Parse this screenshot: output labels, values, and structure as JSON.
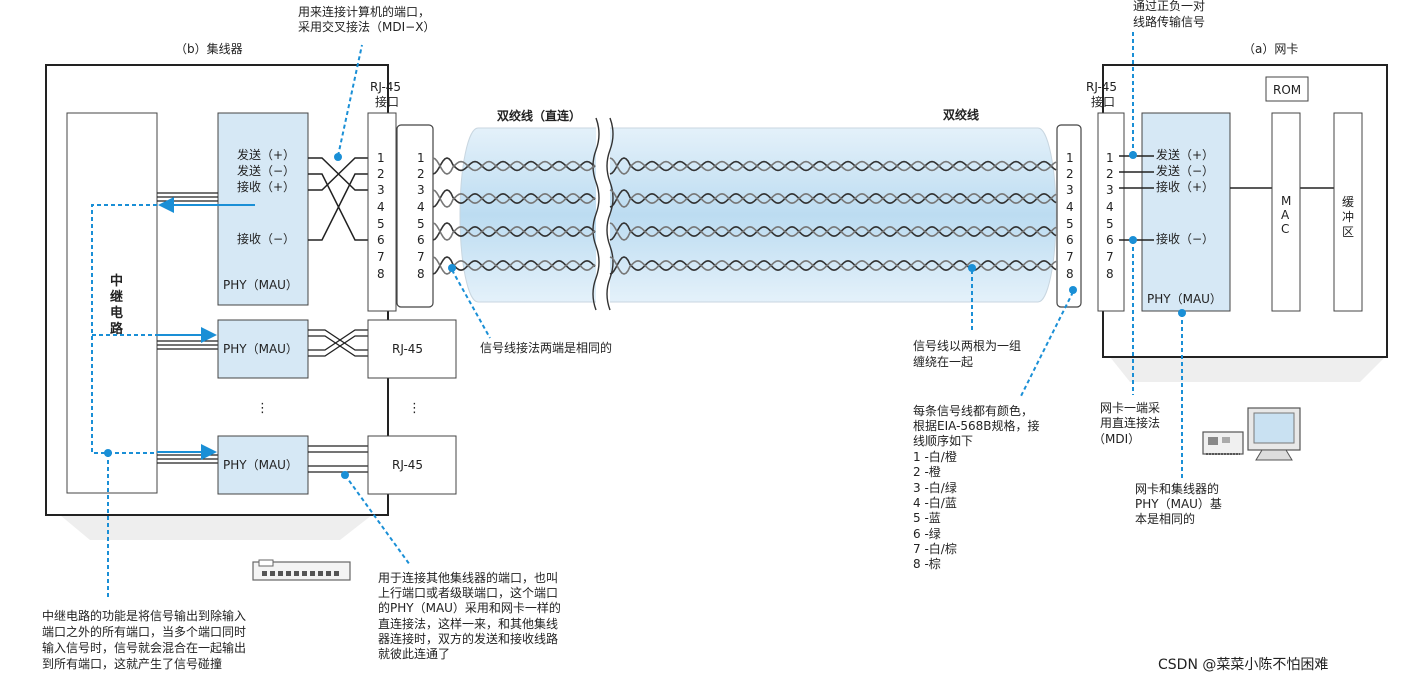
{
  "hub": {
    "title": "（b）集线器",
    "relay_label": [
      "中",
      "继",
      "电",
      "路"
    ],
    "phy_main": "PHY（MAU）",
    "phy_port": "PHY（MAU）",
    "tx_plus": "发送（+）",
    "tx_minus": "发送（−）",
    "rx_plus": "接收（+）",
    "rx_minus": "接收（−）",
    "rj45": [
      "RJ-45",
      "接口"
    ],
    "rj45_port": "RJ-45",
    "pins": [
      "1",
      "2",
      "3",
      "4",
      "5",
      "6",
      "7",
      "8"
    ],
    "dots": "⋮"
  },
  "nic": {
    "title": "（a）网卡",
    "rom": "ROM",
    "mac": [
      "M",
      "A",
      "C"
    ],
    "buffer": [
      "缓",
      "冲",
      "区"
    ],
    "phy": "PHY（MAU）",
    "tx_plus": "发送（+）",
    "tx_minus": "发送（−）",
    "rx_plus": "接收（+）",
    "rx_minus": "接收（−）",
    "rj45": [
      "RJ-45",
      "接口"
    ]
  },
  "cable": {
    "label_left": "双绞线（直连）",
    "label_right": "双绞线"
  },
  "notes": {
    "mdix": [
      "用来连接计算机的端口，",
      "采用交叉接法（MDI−X）"
    ],
    "pair": [
      "通过正负一对",
      "线路传输信号"
    ],
    "same_ends": "信号线接法两端是相同的",
    "twisted": [
      "信号线以两根为一组",
      "缠绕在一起"
    ],
    "colors": [
      "每条信号线都有颜色，",
      "根据EIA-568B规格，接",
      "线顺序如下",
      "1 -白/橙",
      "2 -橙",
      "3 -白/绿",
      "4 -白/蓝",
      "5 -蓝",
      "6 -绿",
      "7 -白/棕",
      "8 -棕"
    ],
    "nic_mdi": [
      "网卡一端采",
      "用直连接法",
      "（MDI）"
    ],
    "same_phy": [
      "网卡和集线器的",
      "PHY（MAU）基",
      "本是相同的"
    ],
    "uplink": [
      "用于连接其他集线器的端口，也叫",
      "上行端口或者级联端口，这个端口",
      "的PHY（MAU）采用和网卡一样的",
      "直连接法，这样一来，和其他集线",
      "器连接时，双方的发送和接收线路",
      "就彼此连通了"
    ],
    "relay": [
      "中继电路的功能是将信号输出到除输入",
      "端口之外的所有端口，当多个端口同时",
      "输入信号时，信号就会混合在一起输出",
      "到所有端口，这就产生了信号碰撞"
    ]
  },
  "watermark": "CSDN @菜菜小陈不怕困难",
  "colors": {
    "blue_fill": "#d6e8f5",
    "accent": "#1a8fd6",
    "cable_fill": "#cfe6f5"
  }
}
